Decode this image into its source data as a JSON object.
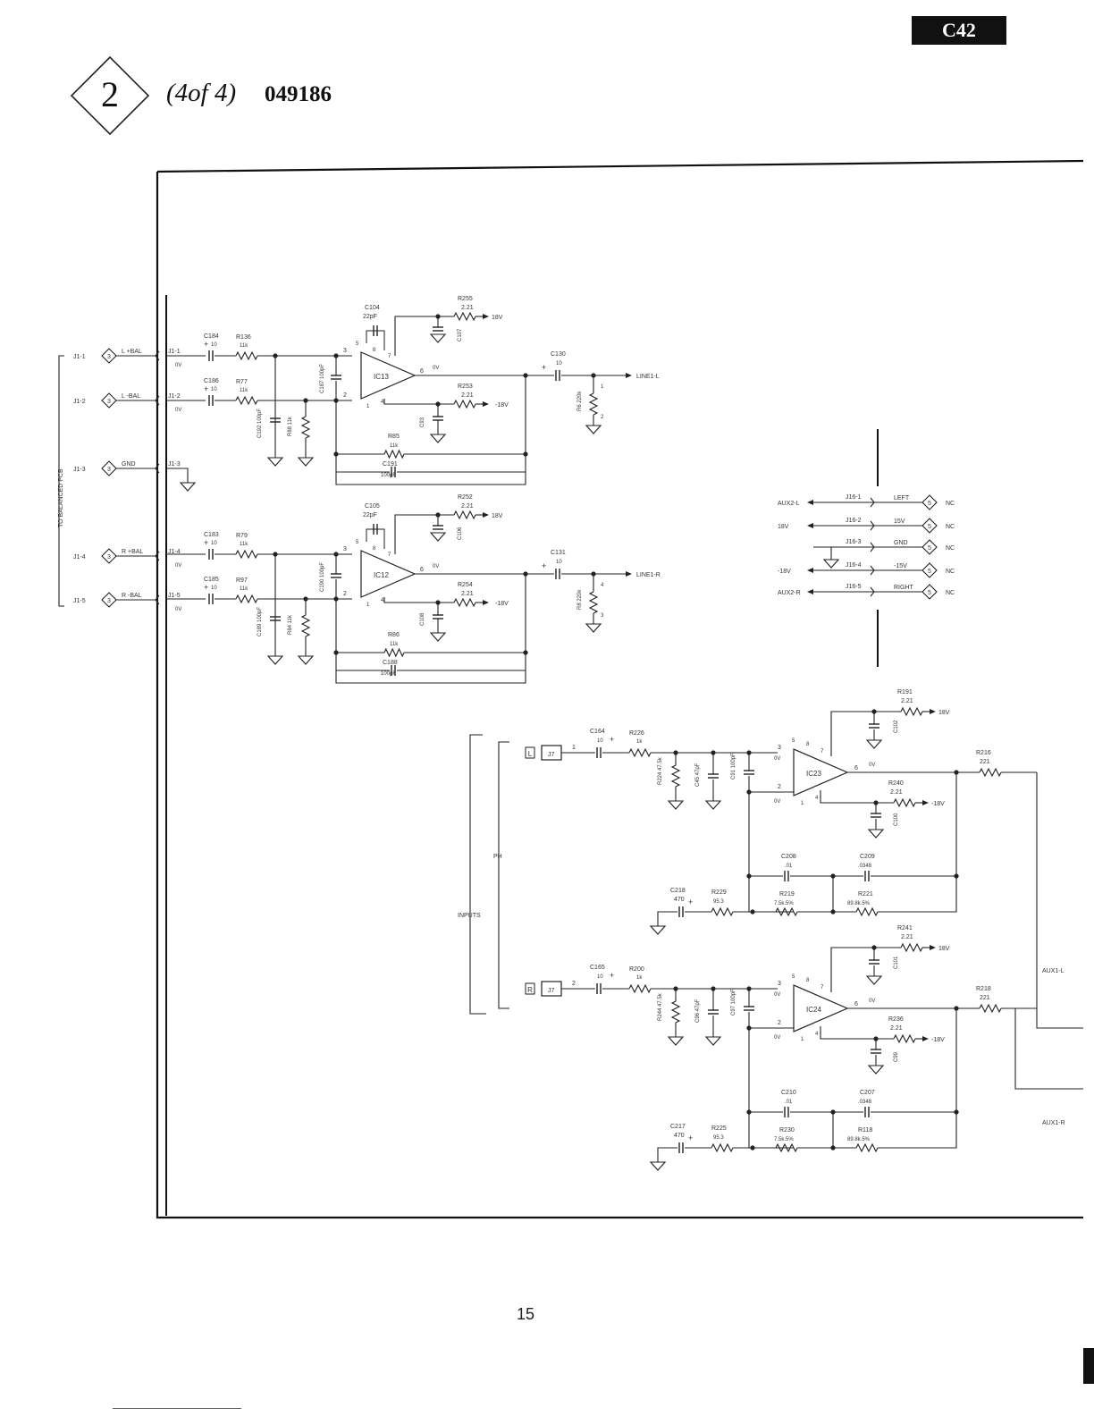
{
  "header": {
    "model": "C42",
    "section_number": "2",
    "subtitle": "(4of 4)",
    "part_number": "049186"
  },
  "page_number": "15",
  "connector_group_label": "TO BALANCED PCB",
  "inputs_label": "INPUTS",
  "ph_label": "PH",
  "balanced_inputs": [
    {
      "jack": "J1-1",
      "node": "3",
      "signal": "L +BAL",
      "pin": "J1-1",
      "v": "0V"
    },
    {
      "jack": "J1-2",
      "node": "3",
      "signal": "L -BAL",
      "pin": "J1-2",
      "v": "0V"
    },
    {
      "jack": "J1-3",
      "node": "3",
      "signal": "GND",
      "pin": "J1-3"
    },
    {
      "jack": "J1-4",
      "node": "3",
      "signal": "R +BAL",
      "pin": "J1-4",
      "v": "0V"
    },
    {
      "jack": "J1-5",
      "node": "3",
      "signal": "R -BAL",
      "pin": "J1-5",
      "v": "0V"
    }
  ],
  "stage_left": {
    "in_cap_a": {
      "ref": "C184",
      "val": "10"
    },
    "in_res_a": {
      "ref": "R136",
      "val": "11k"
    },
    "in_cap_b": {
      "ref": "C186",
      "val": "10"
    },
    "in_res_b": {
      "ref": "R77",
      "val": "11k"
    },
    "ff_cap": {
      "ref": "C104",
      "val": "22pF"
    },
    "bypass_pos": {
      "ref": "C107"
    },
    "bypass_neg": {
      "ref": "C93"
    },
    "res_pos": {
      "ref": "R255",
      "val": "2.21"
    },
    "res_neg": {
      "ref": "R253",
      "val": "2.21"
    },
    "rail_pos": "18V",
    "rail_neg": "-18V",
    "opamp": "IC13",
    "out_v": "0V",
    "pin_plus": "3",
    "pin_minus": "2",
    "pin_out": "6",
    "pin_5": "5",
    "pin_8": "8",
    "pin_7": "7",
    "pin_1": "1",
    "pin_4": "4",
    "shunt_cap_a": {
      "ref": "C187",
      "val": "100pF"
    },
    "shunt_cap_b": {
      "ref": "C192",
      "val": "100pF"
    },
    "shunt_res": {
      "ref": "R88",
      "val": "11k"
    },
    "fb_res": {
      "ref": "R85",
      "val": "11k"
    },
    "fb_cap": {
      "ref": "C191",
      "val": "100pF"
    },
    "out_cap": {
      "ref": "C130",
      "val": "10"
    },
    "load_res": {
      "ref": "R6",
      "val": "220k"
    },
    "load_pin_top": "1",
    "load_pin_bot": "2",
    "output": "LINE1-L"
  },
  "stage_right": {
    "in_cap_a": {
      "ref": "C183",
      "val": "10"
    },
    "in_res_a": {
      "ref": "R79",
      "val": "11k"
    },
    "in_cap_b": {
      "ref": "C185",
      "val": "10"
    },
    "in_res_b": {
      "ref": "R97",
      "val": "11k"
    },
    "ff_cap": {
      "ref": "C105",
      "val": "22pF"
    },
    "bypass_pos": {
      "ref": "C106"
    },
    "bypass_neg": {
      "ref": "C108"
    },
    "res_pos": {
      "ref": "R252",
      "val": "2.21"
    },
    "res_neg": {
      "ref": "R254",
      "val": "2.21"
    },
    "rail_pos": "18V",
    "rail_neg": "-18V",
    "opamp": "IC12",
    "out_v": "0V",
    "pin_plus": "3",
    "pin_minus": "2",
    "pin_out": "6",
    "pin_5": "5",
    "pin_8": "8",
    "pin_7": "7",
    "pin_1": "1",
    "pin_4": "4",
    "shunt_cap_a": {
      "ref": "C190",
      "val": "100pF"
    },
    "shunt_cap_b": {
      "ref": "C189",
      "val": "100pF"
    },
    "shunt_res": {
      "ref": "R84",
      "val": "11k"
    },
    "fb_res": {
      "ref": "R86",
      "val": "11k"
    },
    "fb_cap": {
      "ref": "C188",
      "val": "100pF"
    },
    "out_cap": {
      "ref": "C131",
      "val": "10"
    },
    "load_res": {
      "ref": "R8",
      "val": "220k"
    },
    "load_pin_top": "4",
    "load_pin_bot": "3",
    "output": "LINE1-R"
  },
  "j16": [
    {
      "net": "AUX2-L",
      "pin": "J16-1",
      "signal": "LEFT",
      "node": "5",
      "nc": "NC"
    },
    {
      "net": "18V",
      "pin": "J16-2",
      "signal": "15V",
      "node": "5",
      "nc": "NC"
    },
    {
      "net": "",
      "pin": "J16-3",
      "signal": "GND",
      "node": "5",
      "nc": "NC"
    },
    {
      "net": "-18V",
      "pin": "J16-4",
      "signal": "-15V",
      "node": "5",
      "nc": "NC"
    },
    {
      "net": "AUX2-R",
      "pin": "J16-5",
      "signal": "RIGHT",
      "node": "5",
      "nc": "NC"
    }
  ],
  "phono_left": {
    "jack_tag": "L",
    "jack": "J7",
    "pin": "1",
    "in_cap": {
      "ref": "C164",
      "val": "10"
    },
    "in_res": {
      "ref": "R226",
      "val": "1k"
    },
    "load_res": {
      "ref": "R224",
      "val": "47.5k"
    },
    "load_cap": {
      "ref": "C45",
      "val": "47pF"
    },
    "shunt_cap": {
      "ref": "C91",
      "val": "100pF"
    },
    "opamp": "IC23",
    "plus_v": "0V",
    "minus_v": "0V",
    "out_v": "0V",
    "pin_plus": "3",
    "pin_minus": "2",
    "pin_out": "6",
    "pin_5": "5",
    "pin_8": "8",
    "pin_7": "7",
    "pin_1": "1",
    "pin_4": "4",
    "res_pos": {
      "ref": "R191",
      "val": "2.21"
    },
    "res_neg": {
      "ref": "R240",
      "val": "2.21"
    },
    "bypass_pos": {
      "ref": "C102"
    },
    "bypass_neg": {
      "ref": "C100"
    },
    "rail_pos": "18V",
    "rail_neg": "-18V",
    "eq_cap_a": {
      "ref": "C208",
      "val": ".01"
    },
    "eq_cap_b": {
      "ref": "C209",
      "val": ".0348"
    },
    "eq_res_a": {
      "ref": "R219",
      "val": "7.5k.5%"
    },
    "eq_res_b": {
      "ref": "R221",
      "val": "89.8k.5%"
    },
    "gnd_cap": {
      "ref": "C218",
      "val": "470"
    },
    "gnd_res": {
      "ref": "R229",
      "val": "95.3"
    },
    "out_res": {
      "ref": "R216",
      "val": "221"
    },
    "output": "AUX1-L"
  },
  "phono_right": {
    "jack_tag": "R",
    "jack": "J7",
    "pin": "2",
    "in_cap": {
      "ref": "C165",
      "val": "10"
    },
    "in_res": {
      "ref": "R200",
      "val": "1k"
    },
    "load_res": {
      "ref": "R244",
      "val": "47.5k"
    },
    "load_cap": {
      "ref": "C96",
      "val": "47pF"
    },
    "shunt_cap": {
      "ref": "C97",
      "val": "100pF"
    },
    "opamp": "IC24",
    "plus_v": "0V",
    "minus_v": "0V",
    "out_v": "0V",
    "pin_plus": "3",
    "pin_minus": "2",
    "pin_out": "6",
    "pin_5": "5",
    "pin_8": "8",
    "pin_7": "7",
    "pin_1": "1",
    "pin_4": "4",
    "res_pos": {
      "ref": "R241",
      "val": "2.21"
    },
    "res_neg": {
      "ref": "R236",
      "val": "2.21"
    },
    "bypass_pos": {
      "ref": "C101"
    },
    "bypass_neg": {
      "ref": "C99"
    },
    "rail_pos": "18V",
    "rail_neg": "-18V",
    "eq_cap_a": {
      "ref": "C210",
      "val": ".01"
    },
    "eq_cap_b": {
      "ref": "C207",
      "val": ".0348"
    },
    "eq_res_a": {
      "ref": "R230",
      "val": "7.5k.5%"
    },
    "eq_res_b": {
      "ref": "R118",
      "val": "89.8k.5%"
    },
    "gnd_cap": {
      "ref": "C217",
      "val": "470"
    },
    "gnd_res": {
      "ref": "R225",
      "val": "95.3"
    },
    "out_res": {
      "ref": "R218",
      "val": "221"
    },
    "output": "AUX1-R"
  }
}
